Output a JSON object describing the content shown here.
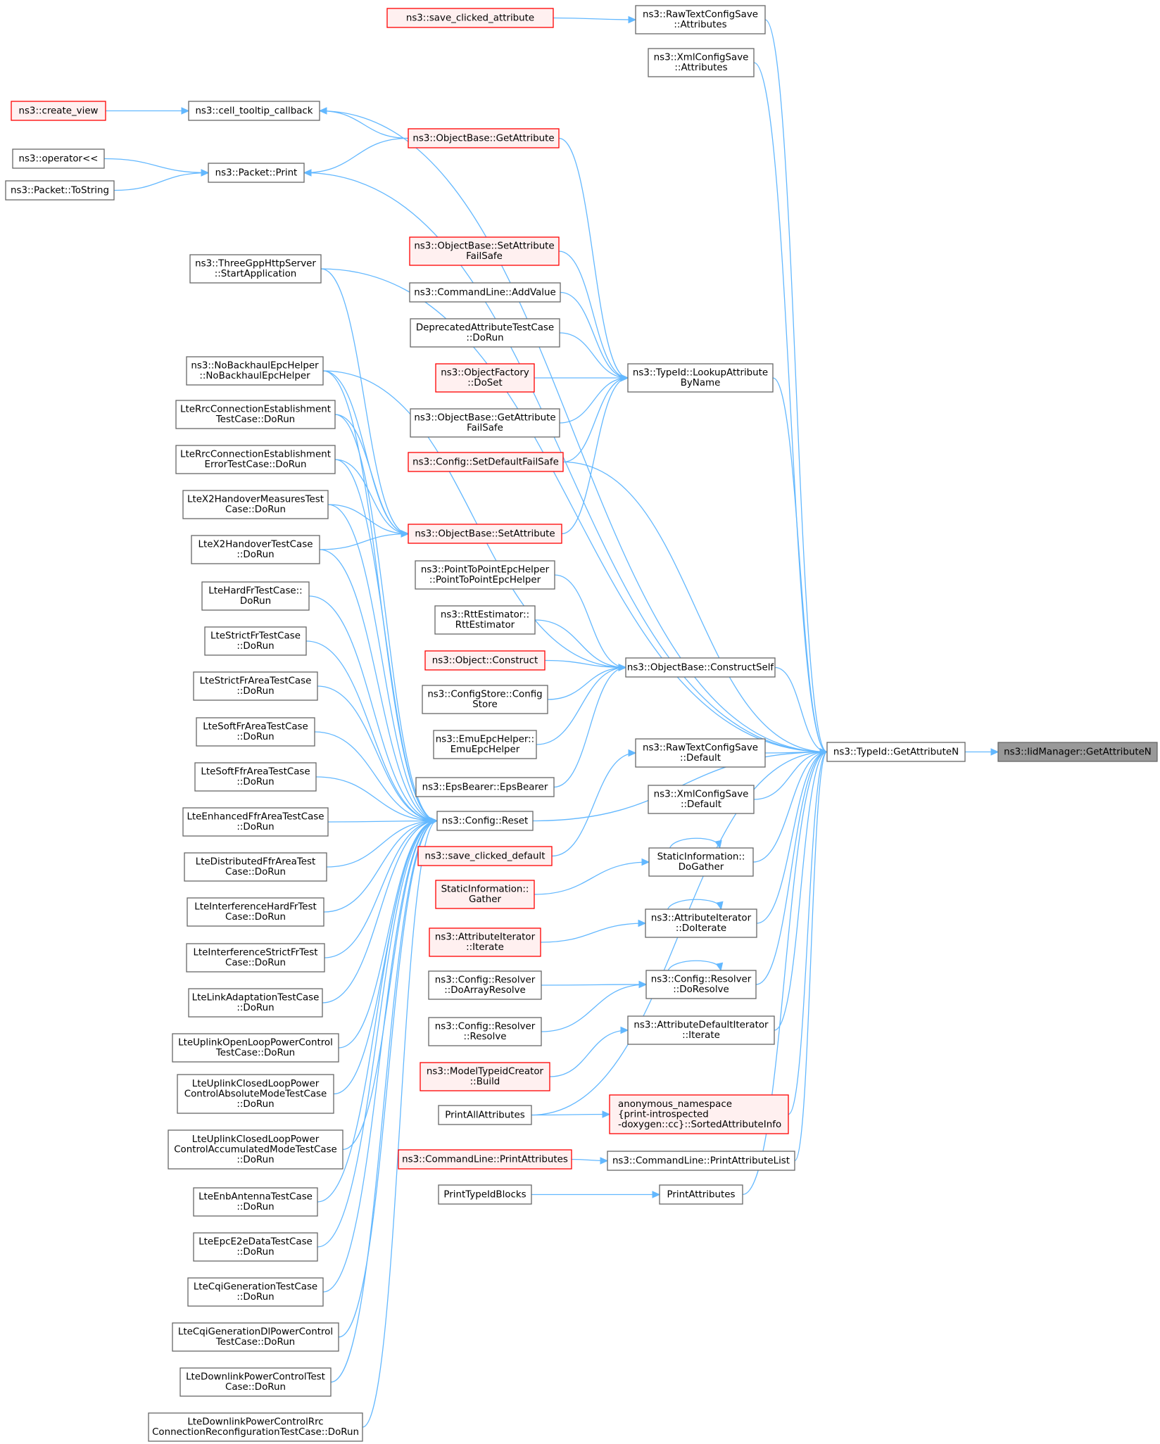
{
  "colors": {
    "edge": "#63b8ff",
    "normal_fill": "#ffffff",
    "normal_border": "#666666",
    "truncated_fill": "#fff0f0",
    "truncated_border": "#ff0000",
    "focus_fill": "#999999"
  },
  "nodes": [
    {
      "id": "target",
      "lines": [
        "ns3::IidManager::GetAttributeN"
      ],
      "style": "grey"
    },
    {
      "id": "getattrn",
      "lines": [
        "ns3::TypeId::GetAttributeN"
      ],
      "style": "normal"
    },
    {
      "id": "rawtext_attr",
      "lines": [
        "ns3::RawTextConfigSave",
        "::Attributes"
      ],
      "style": "normal"
    },
    {
      "id": "save_clicked_attr",
      "lines": [
        "ns3::save_clicked_attribute"
      ],
      "style": "red"
    },
    {
      "id": "xml_attr",
      "lines": [
        "ns3::XmlConfigSave",
        "::Attributes"
      ],
      "style": "normal"
    },
    {
      "id": "cell_tooltip",
      "lines": [
        "ns3::cell_tooltip_callback"
      ],
      "style": "normal"
    },
    {
      "id": "create_view",
      "lines": [
        "ns3::create_view"
      ],
      "style": "red"
    },
    {
      "id": "ob_getattr",
      "lines": [
        "ns3::ObjectBase::GetAttribute"
      ],
      "style": "red"
    },
    {
      "id": "operator",
      "lines": [
        "ns3::operator<<"
      ],
      "style": "normal"
    },
    {
      "id": "packet_print",
      "lines": [
        "ns3::Packet::Print"
      ],
      "style": "normal"
    },
    {
      "id": "packet_tostring",
      "lines": [
        "ns3::Packet::ToString"
      ],
      "style": "normal"
    },
    {
      "id": "threegpp",
      "lines": [
        "ns3::ThreeGppHttpServer",
        "::StartApplication"
      ],
      "style": "normal"
    },
    {
      "id": "ob_setattr_fs",
      "lines": [
        "ns3::ObjectBase::SetAttribute",
        "FailSafe"
      ],
      "style": "red"
    },
    {
      "id": "cmd_addvalue",
      "lines": [
        "ns3::CommandLine::AddValue"
      ],
      "style": "normal"
    },
    {
      "id": "deprecated",
      "lines": [
        "DeprecatedAttributeTestCase",
        "::DoRun"
      ],
      "style": "normal"
    },
    {
      "id": "objfactory",
      "lines": [
        "ns3::ObjectFactory",
        "::DoSet"
      ],
      "style": "red"
    },
    {
      "id": "ob_getattr_fs",
      "lines": [
        "ns3::ObjectBase::GetAttribute",
        "FailSafe"
      ],
      "style": "normal"
    },
    {
      "id": "setdefault_fs",
      "lines": [
        "ns3::Config::SetDefaultFailSafe"
      ],
      "style": "red"
    },
    {
      "id": "ob_setattr",
      "lines": [
        "ns3::ObjectBase::SetAttribute"
      ],
      "style": "red"
    },
    {
      "id": "lookup",
      "lines": [
        "ns3::TypeId::LookupAttribute",
        "ByName"
      ],
      "style": "normal"
    },
    {
      "id": "p2p",
      "lines": [
        "ns3::PointToPointEpcHelper",
        "::PointToPointEpcHelper"
      ],
      "style": "normal"
    },
    {
      "id": "rtt",
      "lines": [
        "ns3::RttEstimator::",
        "RttEstimator"
      ],
      "style": "normal"
    },
    {
      "id": "construct",
      "lines": [
        "ns3::Object::Construct"
      ],
      "style": "red"
    },
    {
      "id": "configstore",
      "lines": [
        "ns3::ConfigStore::Config",
        "Store"
      ],
      "style": "normal"
    },
    {
      "id": "emuepc",
      "lines": [
        "ns3::EmuEpcHelper::",
        "EmuEpcHelper"
      ],
      "style": "normal"
    },
    {
      "id": "epsbearer",
      "lines": [
        "ns3::EpsBearer::EpsBearer"
      ],
      "style": "normal"
    },
    {
      "id": "constructself",
      "lines": [
        "ns3::ObjectBase::ConstructSelf"
      ],
      "style": "normal"
    },
    {
      "id": "config_reset",
      "lines": [
        "ns3::Config::Reset"
      ],
      "style": "normal"
    },
    {
      "id": "save_clicked_def",
      "lines": [
        "ns3::save_clicked_default"
      ],
      "style": "red"
    },
    {
      "id": "rawtext_def",
      "lines": [
        "ns3::RawTextConfigSave",
        "::Default"
      ],
      "style": "normal"
    },
    {
      "id": "xml_def",
      "lines": [
        "ns3::XmlConfigSave",
        "::Default"
      ],
      "style": "normal"
    },
    {
      "id": "static_dogather",
      "lines": [
        "StaticInformation::",
        "DoGather"
      ],
      "style": "normal"
    },
    {
      "id": "static_gather",
      "lines": [
        "StaticInformation::",
        "Gather"
      ],
      "style": "red"
    },
    {
      "id": "attr_doiterate",
      "lines": [
        "ns3::AttributeIterator",
        "::DoIterate"
      ],
      "style": "normal"
    },
    {
      "id": "attr_iterate",
      "lines": [
        "ns3::AttributeIterator",
        "::Iterate"
      ],
      "style": "red"
    },
    {
      "id": "resolver_doresolve",
      "lines": [
        "ns3::Config::Resolver",
        "::DoResolve"
      ],
      "style": "normal"
    },
    {
      "id": "resolver_doarray",
      "lines": [
        "ns3::Config::Resolver",
        "::DoArrayResolve"
      ],
      "style": "normal"
    },
    {
      "id": "resolver_resolve",
      "lines": [
        "ns3::Config::Resolver",
        "::Resolve"
      ],
      "style": "normal"
    },
    {
      "id": "attrdef_iterate",
      "lines": [
        "ns3::AttributeDefaultIterator",
        "::Iterate"
      ],
      "style": "normal"
    },
    {
      "id": "modeltypeid",
      "lines": [
        "ns3::ModelTypeidCreator",
        "::Build"
      ],
      "style": "red"
    },
    {
      "id": "printall",
      "lines": [
        "PrintAllAttributes"
      ],
      "style": "normal"
    },
    {
      "id": "anon",
      "lines": [
        "anonymous_namespace",
        "{print-introspected",
        "-doxygen::cc}::SortedAttributeInfo"
      ],
      "style": "red"
    },
    {
      "id": "cmd_printattrs",
      "lines": [
        "ns3::CommandLine::PrintAttributes"
      ],
      "style": "red"
    },
    {
      "id": "cmd_printattrlist",
      "lines": [
        "ns3::CommandLine::PrintAttributeList"
      ],
      "style": "normal"
    },
    {
      "id": "printtypeid",
      "lines": [
        "PrintTypeIdBlocks"
      ],
      "style": "normal"
    },
    {
      "id": "printattrs",
      "lines": [
        "PrintAttributes"
      ],
      "style": "normal"
    },
    {
      "id": "nobackhaul",
      "lines": [
        "ns3::NoBackhaulEpcHelper",
        "::NoBackhaulEpcHelper"
      ],
      "style": "normal"
    },
    {
      "id": "rrc_est",
      "lines": [
        "LteRrcConnectionEstablishment",
        "TestCase::DoRun"
      ],
      "style": "normal"
    },
    {
      "id": "rrc_est_err",
      "lines": [
        "LteRrcConnectionEstablishment",
        "ErrorTestCase::DoRun"
      ],
      "style": "normal"
    },
    {
      "id": "x2_measures",
      "lines": [
        "LteX2HandoverMeasuresTest",
        "Case::DoRun"
      ],
      "style": "normal"
    },
    {
      "id": "x2_handover",
      "lines": [
        "LteX2HandoverTestCase",
        "::DoRun"
      ],
      "style": "normal"
    },
    {
      "id": "hardfr",
      "lines": [
        "LteHardFrTestCase::",
        "DoRun"
      ],
      "style": "normal"
    },
    {
      "id": "strictfr",
      "lines": [
        "LteStrictFrTestCase",
        "::DoRun"
      ],
      "style": "normal"
    },
    {
      "id": "strictfrarea",
      "lines": [
        "LteStrictFrAreaTestCase",
        "::DoRun"
      ],
      "style": "normal"
    },
    {
      "id": "softfrarea",
      "lines": [
        "LteSoftFrAreaTestCase",
        "::DoRun"
      ],
      "style": "normal"
    },
    {
      "id": "softffrarea",
      "lines": [
        "LteSoftFfrAreaTestCase",
        "::DoRun"
      ],
      "style": "normal"
    },
    {
      "id": "enhancedffr",
      "lines": [
        "LteEnhancedFfrAreaTestCase",
        "::DoRun"
      ],
      "style": "normal"
    },
    {
      "id": "distributedffr",
      "lines": [
        "LteDistributedFfrAreaTest",
        "Case::DoRun"
      ],
      "style": "normal"
    },
    {
      "id": "intf_hardfr",
      "lines": [
        "LteInterferenceHardFrTest",
        "Case::DoRun"
      ],
      "style": "normal"
    },
    {
      "id": "intf_strictfr",
      "lines": [
        "LteInterferenceStrictFrTest",
        "Case::DoRun"
      ],
      "style": "normal"
    },
    {
      "id": "linkadapt",
      "lines": [
        "LteLinkAdaptationTestCase",
        "::DoRun"
      ],
      "style": "normal"
    },
    {
      "id": "ul_openloop",
      "lines": [
        "LteUplinkOpenLoopPowerControl",
        "TestCase::DoRun"
      ],
      "style": "normal"
    },
    {
      "id": "ul_closed_abs",
      "lines": [
        "LteUplinkClosedLoopPower",
        "ControlAbsoluteModeTestCase",
        "::DoRun"
      ],
      "style": "normal"
    },
    {
      "id": "ul_closed_acc",
      "lines": [
        "LteUplinkClosedLoopPower",
        "ControlAccumulatedModeTestCase",
        "::DoRun"
      ],
      "style": "normal"
    },
    {
      "id": "enbantenna",
      "lines": [
        "LteEnbAntennaTestCase",
        "::DoRun"
      ],
      "style": "normal"
    },
    {
      "id": "epce2e",
      "lines": [
        "LteEpcE2eDataTestCase",
        "::DoRun"
      ],
      "style": "normal"
    },
    {
      "id": "cqigen",
      "lines": [
        "LteCqiGenerationTestCase",
        "::DoRun"
      ],
      "style": "normal"
    },
    {
      "id": "cqigen_dl",
      "lines": [
        "LteCqiGenerationDlPowerControl",
        "TestCase::DoRun"
      ],
      "style": "normal"
    },
    {
      "id": "dl_power",
      "lines": [
        "LteDownlinkPowerControlTest",
        "Case::DoRun"
      ],
      "style": "normal"
    },
    {
      "id": "dl_power_rrc",
      "lines": [
        "LteDownlinkPowerControlRrc",
        "ConnectionReconfigurationTestCase::DoRun"
      ],
      "style": "normal"
    }
  ]
}
